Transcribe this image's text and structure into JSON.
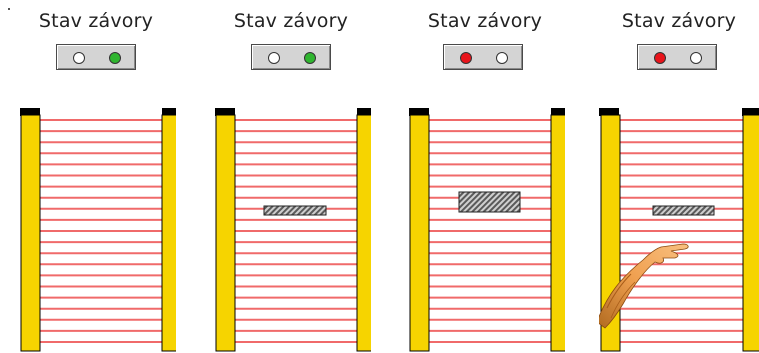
{
  "panels": [
    {
      "status_label": "Stav závory",
      "lamps": {
        "left": "#ffffff",
        "right": "#2fb52f"
      },
      "obstacle": "none"
    },
    {
      "status_label": "Stav závory",
      "lamps": {
        "left": "#ffffff",
        "right": "#2fb52f"
      },
      "obstacle": "small-bar"
    },
    {
      "status_label": "Stav závory",
      "lamps": {
        "left": "#e8141b",
        "right": "#ffffff"
      },
      "obstacle": "large-bar"
    },
    {
      "status_label": "Stav závory",
      "lamps": {
        "left": "#e8141b",
        "right": "#ffffff"
      },
      "obstacle": "small-bar-and-hand"
    }
  ],
  "colors": {
    "post_yellow": "#f6d400",
    "post_outline": "#000000",
    "beam_red": "#f06a6a",
    "obstacle_fill": "#8c8c8c",
    "hand_skin": "#f0a050"
  }
}
